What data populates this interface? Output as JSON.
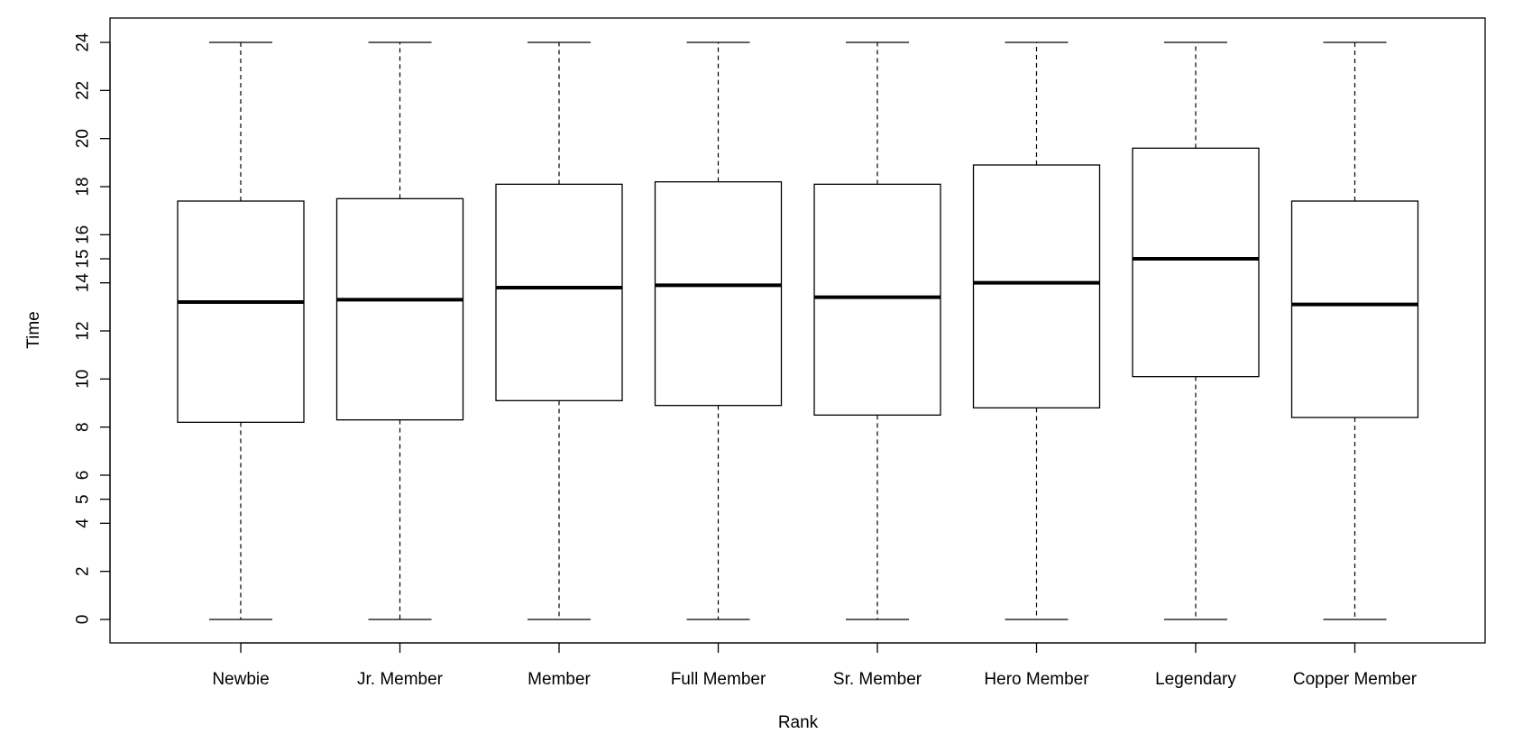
{
  "chart_data": {
    "type": "boxplot",
    "title": "",
    "xlabel": "Rank",
    "ylabel": "Time",
    "ylim": [
      -1,
      25
    ],
    "yticks": [
      0,
      2,
      4,
      5,
      6,
      8,
      10,
      12,
      14,
      15,
      16,
      18,
      20,
      22,
      24
    ],
    "grid": false,
    "categories": [
      "Newbie",
      "Jr. Member",
      "Member",
      "Full Member",
      "Sr. Member",
      "Hero Member",
      "Legendary",
      "Copper Member"
    ],
    "boxes": [
      {
        "min": 0,
        "q1": 8.2,
        "median": 13.2,
        "q3": 17.4,
        "max": 24
      },
      {
        "min": 0,
        "q1": 8.3,
        "median": 13.3,
        "q3": 17.5,
        "max": 24
      },
      {
        "min": 0,
        "q1": 9.1,
        "median": 13.8,
        "q3": 18.1,
        "max": 24
      },
      {
        "min": 0,
        "q1": 8.9,
        "median": 13.9,
        "q3": 18.2,
        "max": 24
      },
      {
        "min": 0,
        "q1": 8.5,
        "median": 13.4,
        "q3": 18.1,
        "max": 24
      },
      {
        "min": 0,
        "q1": 8.8,
        "median": 14.0,
        "q3": 18.9,
        "max": 24
      },
      {
        "min": 0,
        "q1": 10.1,
        "median": 15.0,
        "q3": 19.6,
        "max": 24
      },
      {
        "min": 0,
        "q1": 8.4,
        "median": 13.1,
        "q3": 17.4,
        "max": 24
      }
    ],
    "colors": {
      "box_fill": "#ffffff",
      "line": "#000000"
    }
  }
}
